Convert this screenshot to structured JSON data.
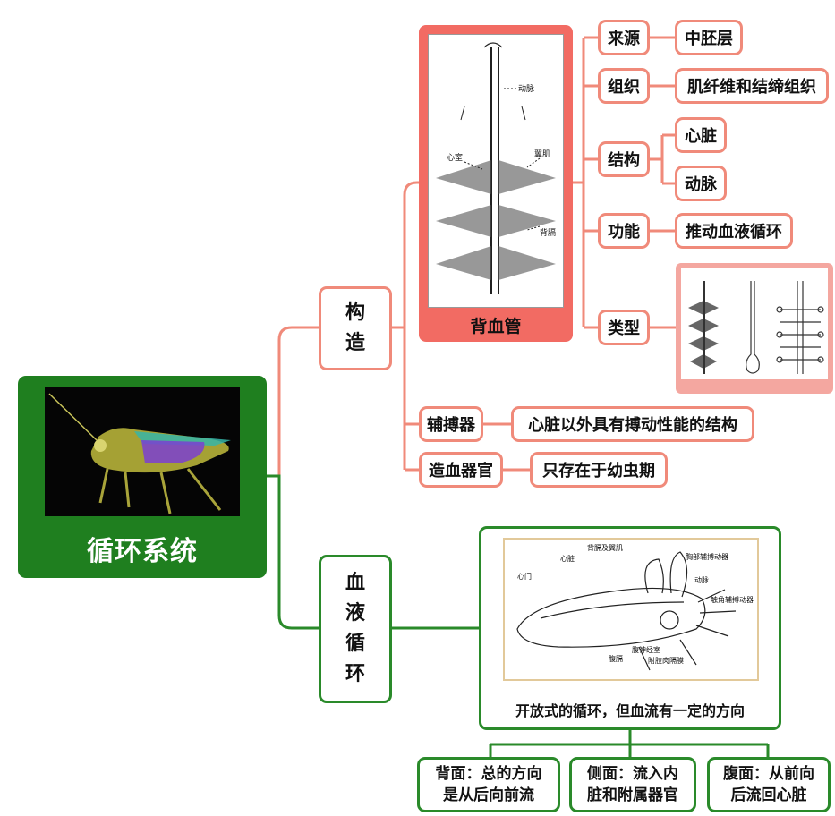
{
  "colors": {
    "red_line": "#f08a7a",
    "green_line": "#2a8a2a",
    "root_bg": "#1f7f1f",
    "tube_bg": "#f26b63"
  },
  "root": {
    "title": "循环系统",
    "image": "grasshopper-xray-image"
  },
  "gouzao": {
    "chars": [
      "构",
      "造"
    ]
  },
  "xueye": {
    "chars": [
      "血",
      "液",
      "循",
      "环"
    ]
  },
  "dorsal_vessel": {
    "caption": "背血管",
    "figure_labels": {
      "artery": "动脉",
      "ventricle": "心室",
      "wing_muscle": "翼肌",
      "dorsal_diaphragm": "背膈"
    }
  },
  "branches": {
    "source": {
      "label": "来源",
      "value": "中胚层"
    },
    "tissue": {
      "label": "组织",
      "value": "肌纤维和结缔组织"
    },
    "structure": {
      "label": "结构",
      "values": [
        "心脏",
        "动脉"
      ]
    },
    "function": {
      "label": "功能",
      "value": "推动血液循环"
    },
    "type": {
      "label": "类型"
    }
  },
  "accessory": {
    "label": "辅搏器",
    "value": "心脏以外具有搏动性能的结构"
  },
  "hematopoietic": {
    "label": "造血器官",
    "value": "只存在于幼虫期"
  },
  "circulation": {
    "caption": "开放式的循环，但血流有一定的方向",
    "figure_labels": {
      "heart": "心脏",
      "ostium": "心门",
      "dorsal_diaphragm_wing": "背膈及翼肌",
      "thoracic_pulsatile": "胸部辅搏动器",
      "artery": "动脉",
      "antenna_pulsatile": "触角辅搏动器",
      "ventral_sinus": "腹神经室",
      "ventral_diaphragm": "腹膈",
      "leg_septum": "附肢肉隔膜"
    },
    "directions": [
      "背面：总的方向是从后向前流",
      "侧面：流入内脏和附属器官",
      "腹面：从前向后流回心脏"
    ]
  }
}
